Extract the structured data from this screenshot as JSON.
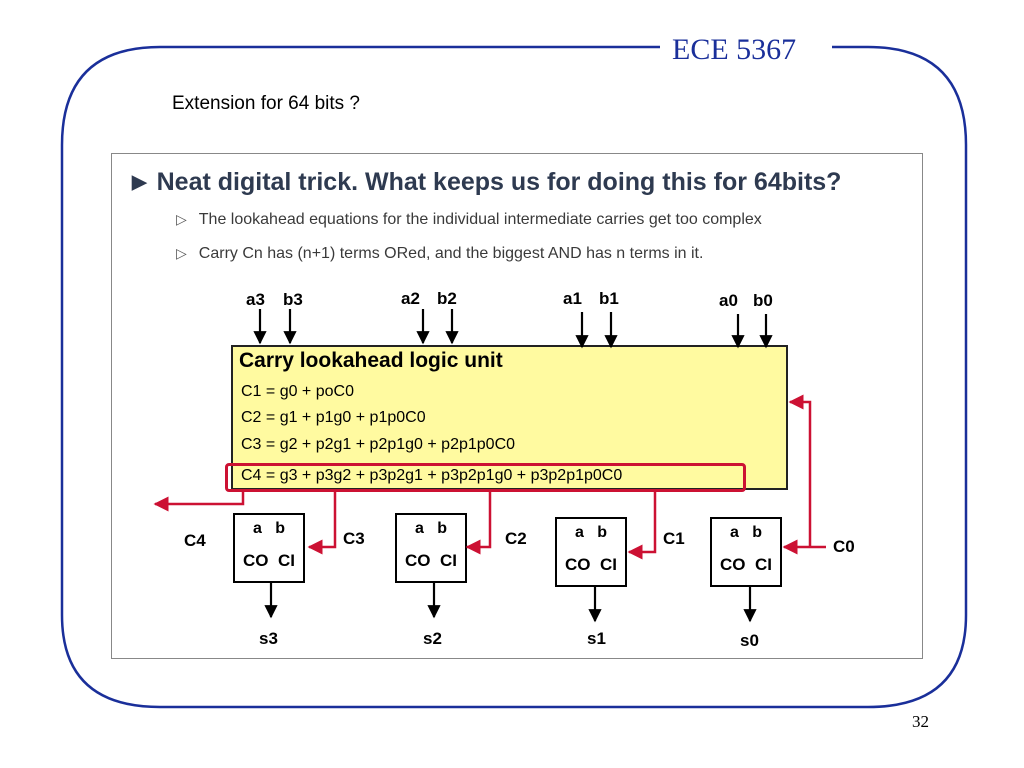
{
  "header": {
    "course": "ECE 5367"
  },
  "slide": {
    "subtitle": "Extension for 64 bits ?",
    "page_number": "32"
  },
  "figure": {
    "headline": "Neat digital trick.  What keeps us for doing this for 64bits?",
    "bullets": [
      "The lookahead equations for the individual intermediate carries get too complex",
      "Carry Cn has (n+1) terms ORed, and the biggest AND has n terms in it."
    ],
    "logic_unit": {
      "title": "Carry lookahead logic unit",
      "equations": [
        "C1 = g0 + poC0",
        "C2 = g1 + p1g0 + p1p0C0",
        "C3 = g2 + p2g1 + p2p1g0 + p2p1p0C0",
        "C4 = g3 + p3g2 + p3p2g1 + p3p2p1g0 + p3p2p1p0C0"
      ]
    },
    "inputs": [
      {
        "a": "a3",
        "b": "b3"
      },
      {
        "a": "a2",
        "b": "b2"
      },
      {
        "a": "a1",
        "b": "b1"
      },
      {
        "a": "a0",
        "b": "b0"
      }
    ],
    "adders": [
      {
        "a_label": "a",
        "b_label": "b",
        "co_label": "CO",
        "ci_label": "CI",
        "sum": "s3"
      },
      {
        "a_label": "a",
        "b_label": "b",
        "co_label": "CO",
        "ci_label": "CI",
        "sum": "s2"
      },
      {
        "a_label": "a",
        "b_label": "b",
        "co_label": "CO",
        "ci_label": "CI",
        "sum": "s1"
      },
      {
        "a_label": "a",
        "b_label": "b",
        "co_label": "CO",
        "ci_label": "CI",
        "sum": "s0"
      }
    ],
    "carry_labels": {
      "c4": "C4",
      "c3": "C3",
      "c2": "C2",
      "c1": "C1",
      "c0": "C0"
    },
    "colors": {
      "wire_red": "#cc1133",
      "logic_fill": "#fffaa0",
      "course_blue": "#1a2f9a"
    }
  }
}
